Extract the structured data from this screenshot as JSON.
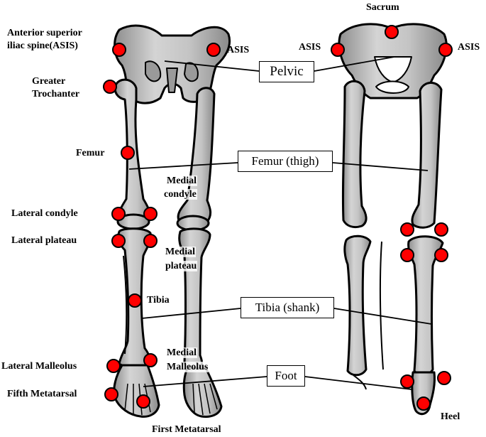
{
  "colors": {
    "bone_fill": "#bdbdbd",
    "bone_outline": "#000000",
    "marker_fill": "#ff0000",
    "leader_line": "#000000",
    "background": "#ffffff"
  },
  "labels": {
    "sacrum": "Sacrum",
    "asis_anterior_line1": "Anterior superior",
    "asis_anterior_line2": "iliac spine(ASIS)",
    "asis_front_right": "ASIS",
    "asis_back_left": "ASIS",
    "asis_back_right": "ASIS",
    "greater_trochanter_line1": "Greater",
    "greater_trochanter_line2": "Trochanter",
    "femur": "Femur",
    "medial_condyle_line1": "Medial",
    "medial_condyle_line2": "condyle",
    "lateral_condyle": "Lateral condyle",
    "lateral_plateau": "Lateral plateau",
    "medial_plateau_line1": "Medial",
    "medial_plateau_line2": "plateau",
    "tibia": "Tibia",
    "lateral_malleolus": "Lateral Malleolus",
    "medial_malleolus_line1": "Medial",
    "medial_malleolus_line2": "Malleolus",
    "fifth_metatarsal": "Fifth Metatarsal",
    "first_metatarsal": "First Metatarsal",
    "heel": "Heel"
  },
  "segments": {
    "pelvic": "Pelvic",
    "femur": "Femur (thigh)",
    "tibia": "Tibia (shank)",
    "foot": "Foot"
  }
}
